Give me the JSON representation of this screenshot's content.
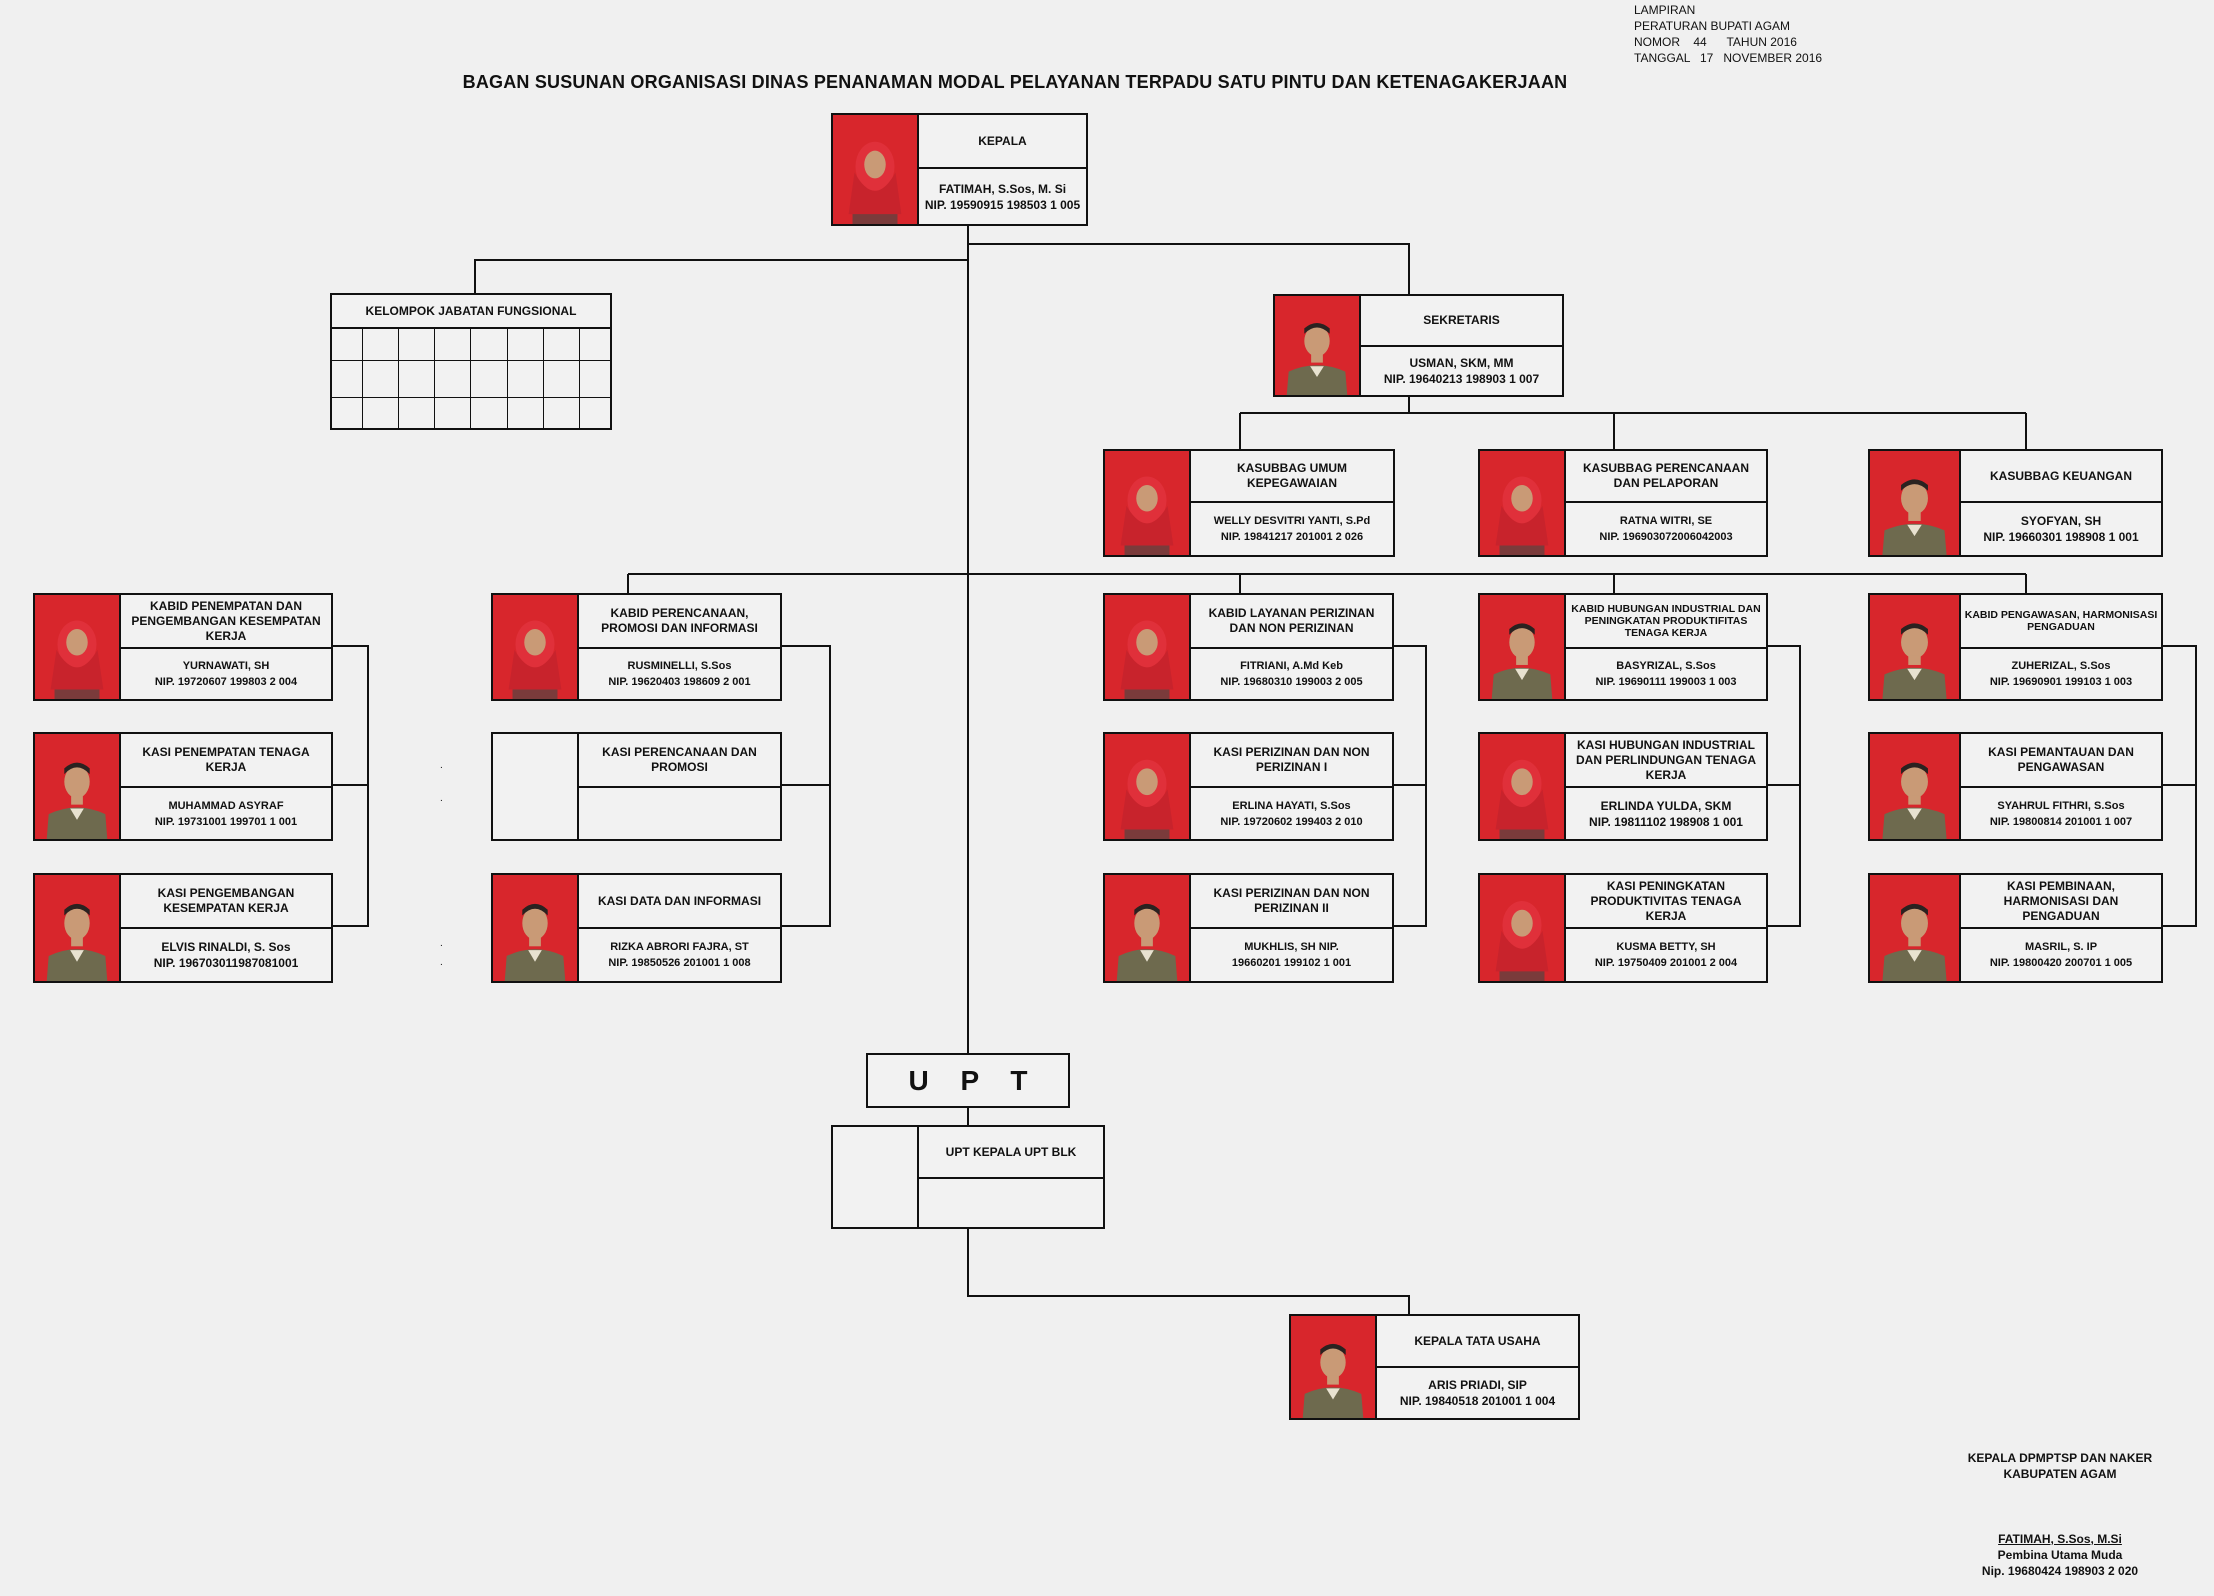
{
  "lampiran": {
    "line1": "LAMPIRAN",
    "line2": "PERATURAN BUPATI AGAM",
    "line3": "NOMOR    44      TAHUN 2016",
    "line4": "TANGGAL   17   NOVEMBER 2016"
  },
  "title": "BAGAN SUSUNAN ORGANISASI DINAS PENANAMAN MODAL PELAYANAN TERPADU SATU PINTU DAN KETENAGAKERJAAN",
  "fungsional_title": "KELOMPOK JABATAN FUNGSIONAL",
  "upt_label": "U P T",
  "colors": {
    "photo_bg": "#d8262c",
    "line": "#111111",
    "background": "#f0f0f0"
  },
  "positions": {
    "kepala": {
      "title": "KEPALA",
      "name": "FATIMAH, S.Sos, M. Si",
      "nip": "NIP. 19590915 198503 1 005"
    },
    "sekretaris": {
      "title": "SEKRETARIS",
      "name": "USMAN, SKM, MM",
      "nip": "NIP. 19640213 198903 1 007"
    },
    "umum": {
      "title": "KASUBBAG UMUM KEPEGAWAIAN",
      "name": "WELLY DESVITRI YANTI, S.Pd",
      "nip": "NIP. 19841217 201001 2 026"
    },
    "perencanaan_sub": {
      "title": "KASUBBAG PERENCANAAN DAN PELAPORAN",
      "name": "RATNA WITRI, SE",
      "nip": "NIP. 196903072006042003"
    },
    "keuangan": {
      "title": "KASUBBAG KEUANGAN",
      "name": "SYOFYAN, SH",
      "nip": "NIP. 19660301 198908 1 001"
    },
    "kabid_penempatan": {
      "title": "KABID PENEMPATAN DAN PENGEMBANGAN KESEMPATAN KERJA",
      "name": "YURNAWATI, SH",
      "nip": "NIP. 19720607 199803 2 004"
    },
    "kasi_penempatan": {
      "title": "KASI PENEMPATAN TENAGA KERJA",
      "name": "MUHAMMAD ASYRAF",
      "nip": "NIP. 19731001 199701 1 001"
    },
    "kasi_pengembangan": {
      "title": "KASI PENGEMBANGAN KESEMPATAN KERJA",
      "name": "ELVIS RINALDI, S. Sos",
      "nip": "NIP. 196703011987081001"
    },
    "kabid_perencanaan": {
      "title": "KABID PERENCANAAN, PROMOSI DAN INFORMASI",
      "name": "RUSMINELLI, S.Sos",
      "nip": "NIP. 19620403 198609 2 001"
    },
    "kasi_perencanaan": {
      "title": "KASI PERENCANAAN DAN PROMOSI",
      "name": "",
      "nip": ""
    },
    "kasi_data": {
      "title": "KASI  DATA DAN INFORMASI",
      "name": "RIZKA ABRORI FAJRA, ST",
      "nip": "NIP. 19850526 201001 1 008"
    },
    "kabid_layanan": {
      "title": "KABID LAYANAN PERIZINAN DAN NON PERIZINAN",
      "name": "FITRIANI, A.Md Keb",
      "nip": "NIP. 19680310 199003 2 005"
    },
    "kasi_izin1": {
      "title": "KASI PERIZINAN DAN NON PERIZINAN I",
      "name": "ERLINA HAYATI, S.Sos",
      "nip": "NIP. 19720602 199403 2 010"
    },
    "kasi_izin2": {
      "title": "KASI PERIZINAN DAN NON PERIZINAN II",
      "name": "MUKHLIS, SH                              NIP.",
      "nip": "19660201 199102 1 001"
    },
    "kabid_hubungan": {
      "title": "KABID HUBUNGAN INDUSTRIAL DAN PENINGKATAN PRODUKTIFITAS TENAGA KERJA",
      "name": "BASYRIZAL, S.Sos",
      "nip": "NIP. 19690111 199003 1 003"
    },
    "kasi_hubungan": {
      "title": "KASI HUBUNGAN INDUSTRIAL DAN PERLINDUNGAN TENAGA KERJA",
      "name": "ERLINDA YULDA, SKM",
      "nip": "NIP. 19811102 198908 1 001"
    },
    "kasi_produktivitas": {
      "title": "KASI PENINGKATAN PRODUKTIVITAS TENAGA KERJA",
      "name": "KUSMA BETTY, SH",
      "nip": "NIP. 19750409 201001 2 004"
    },
    "kabid_pengawasan": {
      "title": "KABID PENGAWASAN, HARMONISASI PENGADUAN",
      "name": "ZUHERIZAL, S.Sos",
      "nip": "NIP. 19690901 199103 1 003"
    },
    "kasi_pemantauan": {
      "title": "KASI PEMANTAUAN DAN PENGAWASAN",
      "name": "SYAHRUL FITHRI, S.Sos",
      "nip": "NIP. 19800814 201001 1 007"
    },
    "kasi_pembinaan": {
      "title": "KASI PEMBINAAN, HARMONISASI DAN PENGADUAN",
      "name": "MASRIL, S. IP",
      "nip": "NIP. 19800420 200701 1 005"
    },
    "upt_kepala": {
      "title": "UPT KEPALA UPT BLK",
      "name": "",
      "nip": ""
    },
    "tata_usaha": {
      "title": "KEPALA TATA USAHA",
      "name": "ARIS PRIADI, SIP",
      "nip": "NIP. 19840518 201001 1 004"
    }
  },
  "signature": {
    "line1": "KEPALA DPMPTSP DAN NAKER",
    "line2": "KABUPATEN AGAM",
    "name": "FATIMAH, S.Sos, M.Si",
    "rank": "Pembina Utama Muda",
    "nip": "Nip. 19680424 198903 2 020"
  }
}
